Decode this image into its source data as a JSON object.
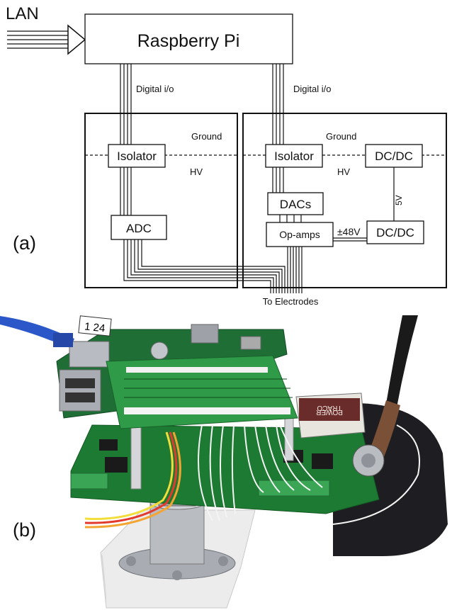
{
  "panel_a": {
    "label": "(a)",
    "lan_label": "LAN",
    "raspberry_pi": "Raspberry Pi",
    "digital_io_left": "Digital i/o",
    "digital_io_right": "Digital i/o",
    "ground_left": "Ground",
    "ground_right": "Ground",
    "hv_left": "HV",
    "hv_right": "HV",
    "isolator_left": "Isolator",
    "isolator_right": "Isolator",
    "adc": "ADC",
    "dacs": "DACs",
    "op_amps": "Op-amps",
    "dcdc_top": "DC/DC",
    "dcdc_bottom": "DC/DC",
    "five_v": "5V",
    "pm48v": "±48V",
    "to_electrodes": "To Electrodes"
  },
  "panel_b": {
    "label": "(b)",
    "cable_tag": "1 24",
    "traco_text_1": "TRACO",
    "traco_text_2": "POWER"
  },
  "colors": {
    "pcb_green": "#1d7a33",
    "hat_green": "#2f9a47",
    "lan_cable": "#2b57c8",
    "bnc_brown": "#7a5036"
  }
}
